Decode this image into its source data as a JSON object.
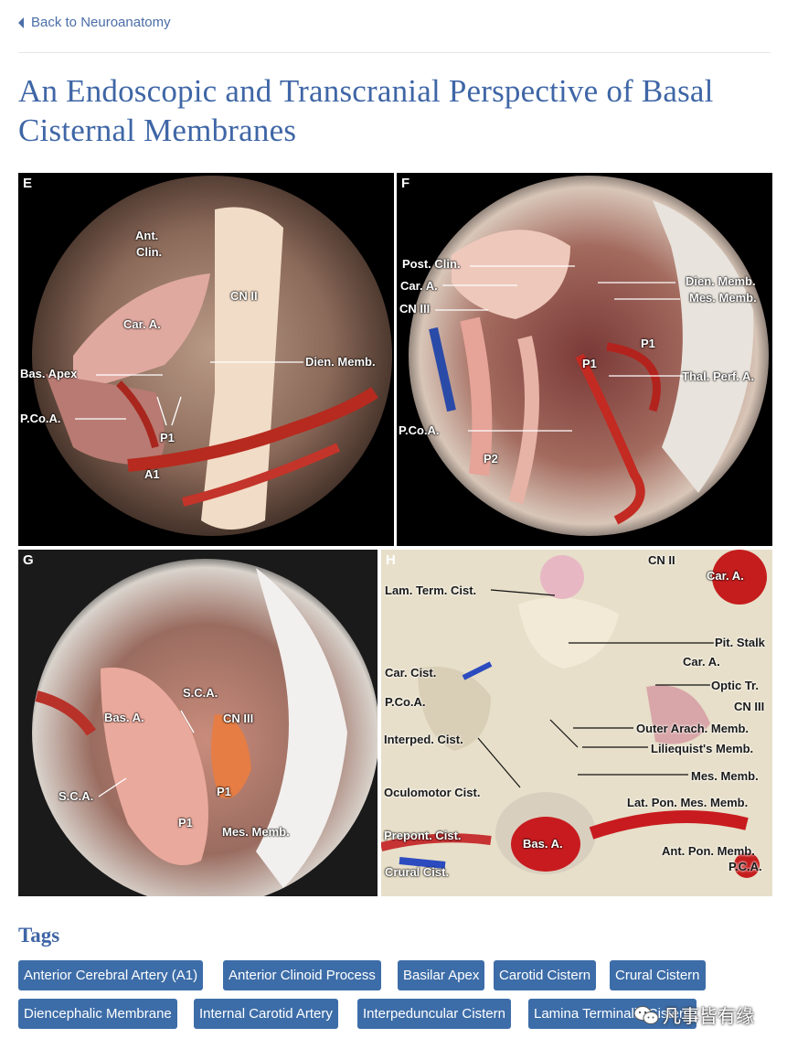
{
  "nav": {
    "back_label": "Back to Neuroanatomy"
  },
  "article": {
    "title": "An Endoscopic and Transcranial Perspective of Basal Cisternal Membranes"
  },
  "figure": {
    "panels": [
      {
        "letter": "E",
        "labels": [
          "Ant.",
          "Clin.",
          "CN II",
          "Car. A.",
          "Bas. Apex",
          "Dien. Memb.",
          "P.Co.A.",
          "P1",
          "A1"
        ]
      },
      {
        "letter": "F",
        "labels": [
          "Post. Clin.",
          "Car. A.",
          "CN III",
          "Dien. Memb.",
          "Mes. Memb.",
          "P1",
          "P1",
          "Thal. Perf. A.",
          "P.Co.A.",
          "P2"
        ]
      },
      {
        "letter": "G",
        "labels": [
          "S.C.A.",
          "Bas. A.",
          "CN III",
          "S.C.A.",
          "P1",
          "P1",
          "Mes. Memb."
        ]
      },
      {
        "letter": "H",
        "labels": [
          "CN II",
          "Car. A.",
          "Lam. Term. Cist.",
          "Pit. Stalk",
          "Car. A.",
          "Car. Cist.",
          "Optic Tr.",
          "P.Co.A.",
          "CN III",
          "Outer Arach. Memb.",
          "Interped. Cist.",
          "Liliequist's Memb.",
          "Mes. Memb.",
          "Oculomotor Cist.",
          "Lat. Pon. Mes. Memb.",
          "Prepont. Cist.",
          "Bas. A.",
          "Ant. Pon. Memb.",
          "Crural Cist.",
          "P.C.A."
        ]
      }
    ]
  },
  "tags": {
    "heading": "Tags",
    "items": [
      "Anterior Cerebral Artery (A1)",
      "Anterior Clinoid Process",
      "Basilar Apex",
      "Carotid Cistern",
      "Crural Cistern",
      "Diencephalic Membrane",
      "Internal Carotid Artery",
      "Interpeduncular Cistern",
      "Lamina Terminalis Cistern"
    ]
  },
  "watermark": {
    "text": "凡事皆有缘",
    "icon": "wechat-icon"
  }
}
